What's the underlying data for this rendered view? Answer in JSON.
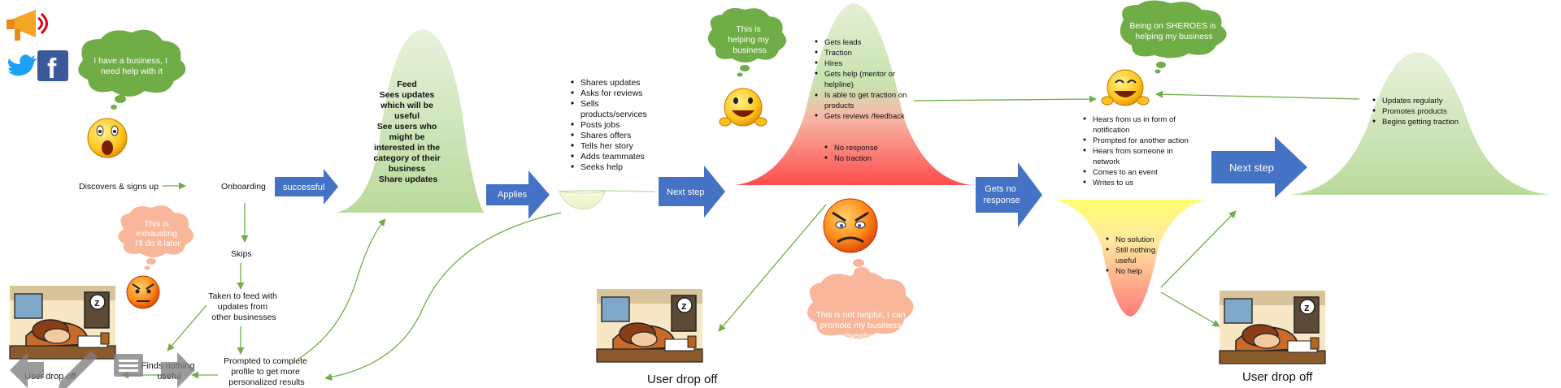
{
  "clouds": {
    "business_help": [
      "I have a business, I",
      "need help with it"
    ],
    "exhausting": [
      "This is",
      "exhausting",
      "I'll do it later"
    ],
    "helping": [
      "This is",
      "helping my",
      "business"
    ],
    "sheroes_helping": [
      "Being on SHEROES is",
      "helping my business"
    ],
    "not_helpful": [
      "This is not helpful, I can",
      "promote my business",
      "elsewhere"
    ]
  },
  "flow": {
    "discovers": "Discovers & signs up",
    "onboarding": "Onboarding",
    "skips": "Skips",
    "taken_to_feed": [
      "Taken to feed with",
      "updates from",
      "other businesses"
    ],
    "prompted_profile": [
      "Prompted to complete",
      "profile to get more",
      "personalized results"
    ],
    "finds_nothing": [
      "Finds nothing",
      "useful"
    ],
    "user_drop_off": "User drop off"
  },
  "arrows": {
    "successful": "successful",
    "applies": "Applies",
    "next_step_1": "Next step",
    "gets_no_response": [
      "Gets no",
      "response"
    ],
    "next_step_2": "Next step"
  },
  "feed_bell": [
    "Feed",
    "Sees updates",
    "which will be",
    "useful",
    "See users who",
    "might be",
    "interested in the",
    "category of their",
    "business",
    "Share updates"
  ],
  "applies_list": [
    "Shares updates",
    "Asks for reviews",
    "Sells",
    "products/services",
    "Posts jobs",
    "Shares offers",
    "Tells her story",
    "Adds teammates",
    "Seeks help"
  ],
  "big_bell_positive": [
    "Gets leads",
    "Traction",
    "Hires",
    "Gets help (mentor or",
    "helpline)",
    "Is able to get traction on",
    "products",
    "Gets reviews /feedback"
  ],
  "big_bell_negative": [
    "No response",
    "No traction"
  ],
  "hears_list": [
    "Hears from us in form of",
    "notification",
    "Prompted for another action",
    "Hears from someone in",
    "network",
    "Comes to an event",
    "Writes to us"
  ],
  "funnel_list": [
    "No solution",
    "Still nothing",
    "useful",
    "No help"
  ],
  "final_bell": [
    "Updates regularly",
    "Promotes products",
    "Begins getting traction"
  ],
  "colors": {
    "arrow_blue": "#4472c4",
    "green_light": "#e2efd9",
    "green_mid": "#c5e0b4",
    "green_line": "#70ad47",
    "red": "#ff5b5b",
    "yellow": "#ffff7a",
    "cloud_green": "#70ad47",
    "cloud_peach": "#f8b79a"
  },
  "icons": [
    "megaphone-icon",
    "twitter-icon",
    "facebook-icon",
    "shocked-emoji-icon",
    "angry-emoji-icon",
    "happy-emoji-icon",
    "sleeping-user-illustration",
    "back-arrow-icon",
    "edit-icon",
    "list-icon",
    "forward-arrow-icon"
  ]
}
